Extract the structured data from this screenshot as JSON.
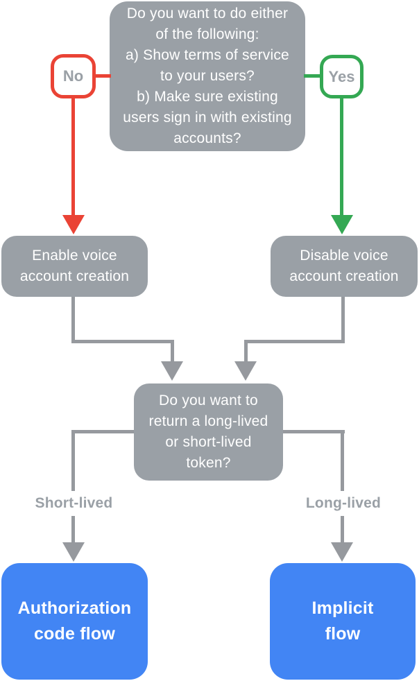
{
  "colors": {
    "node_gray": "#9AA0A6",
    "line_gray": "#96999E",
    "blue": "#4285F4",
    "red": "#EA4335",
    "green": "#34A853",
    "label_text": "#9AA0A6",
    "node_text": "#FFFFFF",
    "background": "#FFFFFF"
  },
  "flowchart": {
    "top_question": "Do you want to do either\nof the following:\na) Show terms of service\nto your users?\nb) Make sure existing\nusers sign in with existing\naccounts?",
    "no_label": "No",
    "yes_label": "Yes",
    "enable_node": "Enable voice\naccount creation",
    "disable_node": "Disable voice\naccount creation",
    "token_question": "Do you want to\nreturn a long-lived\nor short-lived\ntoken?",
    "short_lived_label": "Short-lived",
    "long_lived_label": "Long-lived",
    "auth_code_node": "Authorization\ncode flow",
    "implicit_node": "Implicit\nflow"
  }
}
